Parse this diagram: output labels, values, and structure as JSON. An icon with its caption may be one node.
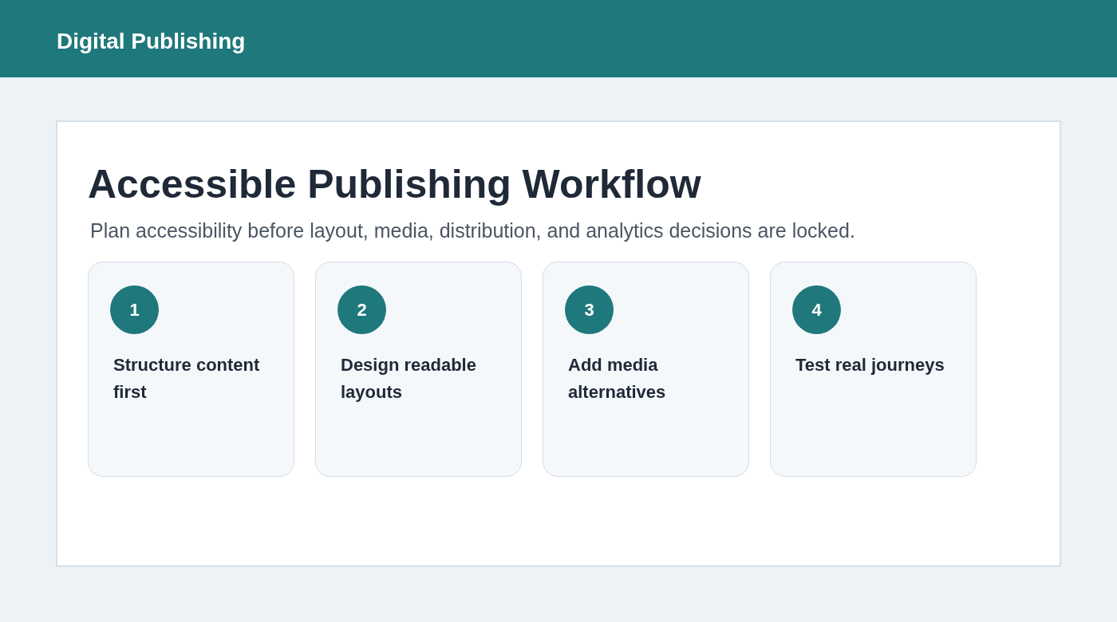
{
  "diagram": {
    "title": "Accessible Publishing Workflow",
    "nodes": [
      {
        "text": [
          "Digital Publishing"
        ]
      },
      {
        "text": [],
        "shape": "box"
      },
      {
        "text": [
          "Structure content first"
        ],
        "in": 1
      },
      {
        "text": [
          "1"
        ],
        "in": 2
      },
      {
        "text": [
          "Design readable layouts"
        ],
        "in": 1
      },
      {
        "text": [
          "2"
        ],
        "in": 4
      },
      {
        "text": [
          "Add media alternatives"
        ],
        "in": 1
      },
      {
        "text": [
          "3"
        ],
        "in": 6
      },
      {
        "text": [
          "Test real journeys"
        ],
        "in": 1
      },
      {
        "text": [
          "4"
        ],
        "in": 8
      }
    ],
    "labels": [
      "Plan accessibility before layout, media, distribution, and analytics decisions are locked."
    ]
  }
}
